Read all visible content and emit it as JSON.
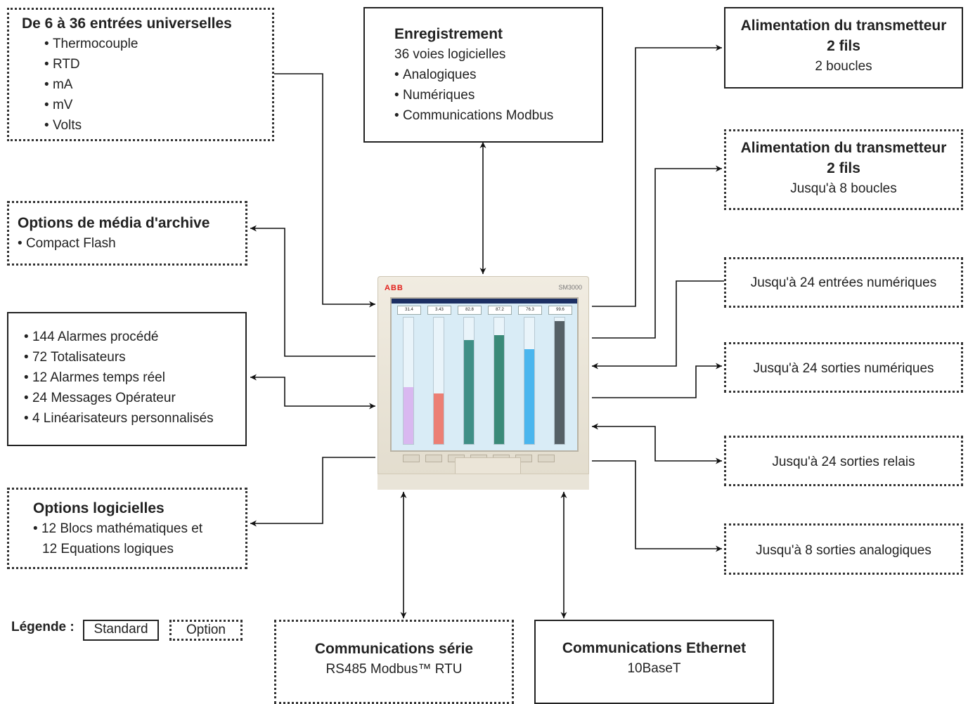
{
  "inputs": {
    "title": "De 6 à 36 entrées universelles",
    "items": [
      "Thermocouple",
      "RTD",
      "mA",
      "mV",
      "Volts"
    ]
  },
  "archive": {
    "title": "Options de média d'archive",
    "items": [
      "Compact Flash"
    ]
  },
  "alarms": {
    "items": [
      "144 Alarmes procédé",
      "72 Totalisateurs",
      "12 Alarmes temps réel",
      "24 Messages Opérateur",
      "4 Linéarisateurs personnalisés"
    ]
  },
  "software": {
    "title": "Options logicielles",
    "line1": "12 Blocs mathématiques et",
    "line2": "12 Equations logiques"
  },
  "recording": {
    "title": "Enregistrement",
    "subtitle": "36 voies logicielles",
    "items": [
      "Analogiques",
      "Numériques",
      "Communications Modbus"
    ]
  },
  "tx_power_std": {
    "title": "Alimentation du transmetteur",
    "title2": "2 fils",
    "detail": "2 boucles"
  },
  "tx_power_opt": {
    "title": "Alimentation du transmetteur",
    "title2": "2 fils",
    "detail": "Jusqu'à 8 boucles"
  },
  "digital_inputs": {
    "label": "Jusqu'à 24 entrées numériques"
  },
  "digital_outputs": {
    "label": "Jusqu'à 24 sorties numériques"
  },
  "relay_outputs": {
    "label": "Jusqu'à 24 sorties relais"
  },
  "analog_outputs": {
    "label": "Jusqu'à 8 sorties analogiques"
  },
  "serial_comms": {
    "title": "Communications série",
    "detail": "RS485 Modbus™ RTU"
  },
  "ethernet_comms": {
    "title": "Communications Ethernet",
    "detail": "10BaseT"
  },
  "legend": {
    "label": "Légende :",
    "standard": "Standard",
    "option": "Option"
  },
  "device": {
    "brand": "ABB",
    "model": "SM3000",
    "channels": [
      {
        "value": "31.4",
        "fill": 0.45,
        "color": "#d9b8f0"
      },
      {
        "value": "3.43",
        "fill": 0.4,
        "color": "#ec7f74"
      },
      {
        "value": "82.8",
        "fill": 0.82,
        "color": "#3f8f86"
      },
      {
        "value": "87.2",
        "fill": 0.86,
        "color": "#3a8a78"
      },
      {
        "value": "76.3",
        "fill": 0.75,
        "color": "#4ab6ee"
      },
      {
        "value": "99.6",
        "fill": 0.97,
        "color": "#556066"
      }
    ]
  }
}
